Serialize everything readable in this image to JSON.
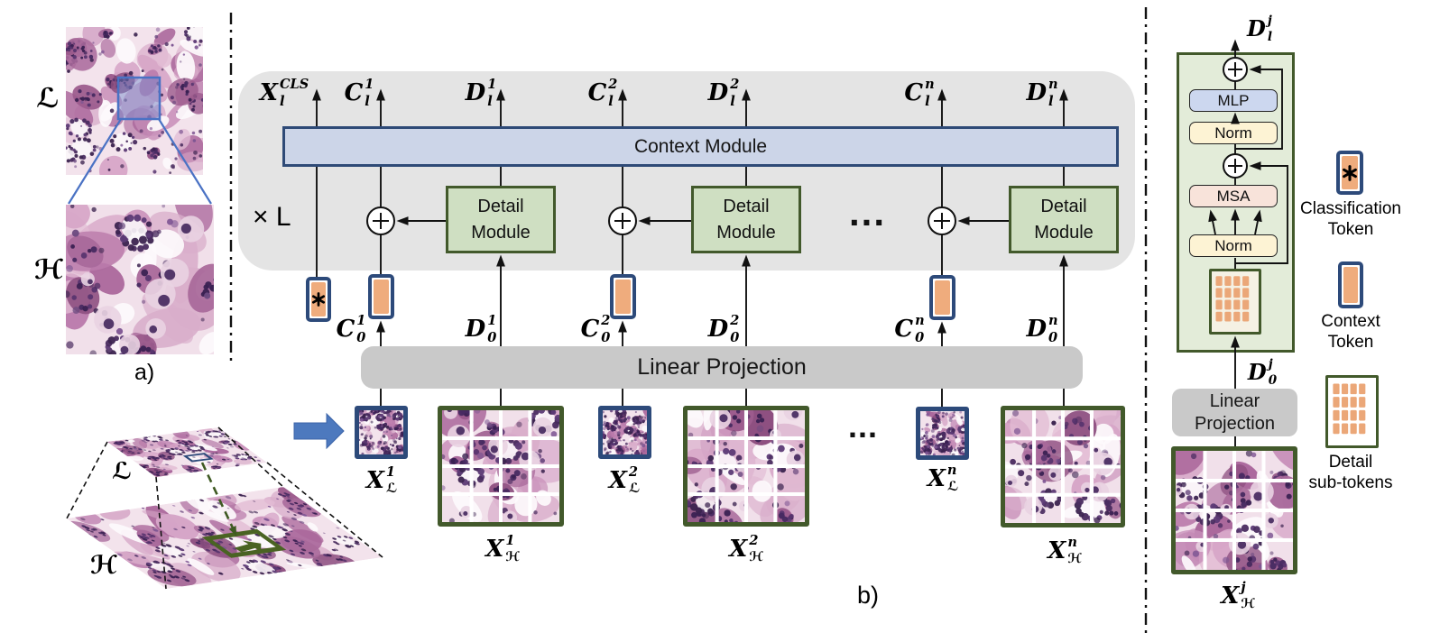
{
  "figure": {
    "panel_a_label": "a)",
    "panel_b_label": "b)",
    "low_mag_symbol": "ℒ",
    "high_mag_symbol": "ℋ",
    "ellipsis": "...",
    "times_L": "× L"
  },
  "modules": {
    "context": "Context Module",
    "detail_line1": "Detail",
    "detail_line2": "Module",
    "linear_projection": "Linear Projection",
    "linear_line1": "Linear",
    "linear_line2": "Projection",
    "mlp": "MLP",
    "msa": "MSA",
    "norm_top": "Norm",
    "norm_bottom": "Norm"
  },
  "math": {
    "xlcls": {
      "base": "X",
      "sup": "CLS",
      "sub": "l"
    },
    "cl1": {
      "base": "C",
      "sup": "1",
      "sub": "l"
    },
    "dl1": {
      "base": "D",
      "sup": "1",
      "sub": "l"
    },
    "cl2": {
      "base": "C",
      "sup": "2",
      "sub": "l"
    },
    "dl2": {
      "base": "D",
      "sup": "2",
      "sub": "l"
    },
    "cln": {
      "base": "C",
      "sup": "n",
      "sub": "l"
    },
    "dln": {
      "base": "D",
      "sup": "n",
      "sub": "l"
    },
    "c01": {
      "base": "C",
      "sup": "1",
      "sub": "0"
    },
    "d01": {
      "base": "D",
      "sup": "1",
      "sub": "0"
    },
    "c02": {
      "base": "C",
      "sup": "2",
      "sub": "0"
    },
    "d02": {
      "base": "D",
      "sup": "2",
      "sub": "0"
    },
    "c0n": {
      "base": "C",
      "sup": "n",
      "sub": "0"
    },
    "d0n": {
      "base": "D",
      "sup": "n",
      "sub": "0"
    },
    "xl1": {
      "base": "X",
      "sup": "1",
      "sub": "ℒ"
    },
    "xh1": {
      "base": "X",
      "sup": "1",
      "sub": "ℋ"
    },
    "xl2": {
      "base": "X",
      "sup": "2",
      "sub": "ℒ"
    },
    "xh2": {
      "base": "X",
      "sup": "2",
      "sub": "ℋ"
    },
    "xln": {
      "base": "X",
      "sup": "n",
      "sub": "ℒ"
    },
    "xhn": {
      "base": "X",
      "sup": "n",
      "sub": "ℋ"
    },
    "dlj": {
      "base": "D",
      "sup": "j",
      "sub": "l"
    },
    "d0j": {
      "base": "D",
      "sup": "j",
      "sub": "0"
    },
    "xhj": {
      "base": "X",
      "sup": "j",
      "sub": "ℋ"
    }
  },
  "legend": {
    "classification": {
      "icon": "classification-token-icon",
      "line1": "Classification",
      "line2": "Token"
    },
    "context": {
      "icon": "context-token-icon",
      "line1": "Context",
      "line2": "Token"
    },
    "detail": {
      "icon": "detail-subtokens-icon",
      "line1": "Detail",
      "line2": "sub-tokens"
    }
  },
  "colors": {
    "gray_panel": "#e4e4e4",
    "gray_bar": "#c9c9c9",
    "context_fill": "#ccd5e8",
    "context_border": "#2e4a77",
    "navy_border": "#2d4a7a",
    "green_border": "#42592b",
    "detail_fill": "#cfdfc2",
    "token_orange": "#efac7d",
    "rightbox_fill": "#e3ecd9",
    "mlp_fill": "#ccd7ef",
    "norm_fill": "#fdf3d4",
    "msa_fill": "#f8e3da",
    "subtoken_bg": "#f5f1e4",
    "blue_arrow": "#4d79be",
    "roi_blue": "#4a72c4",
    "dashed_green": "#3f5a23"
  }
}
